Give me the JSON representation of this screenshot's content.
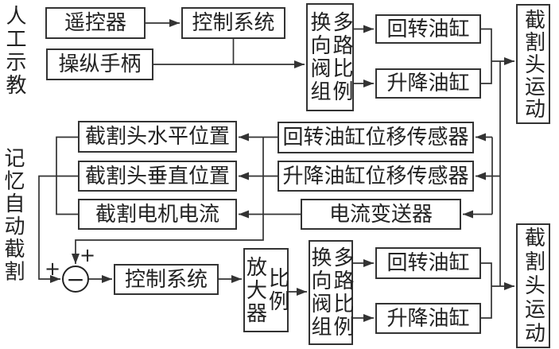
{
  "sections": {
    "teaching": {
      "side_label": "人工示教",
      "remote": "遥控器",
      "control_system": "控制系统",
      "joystick": "操纵手柄",
      "valve_col_left": "换向阀组",
      "valve_col_right": "多路比例",
      "rotary_cylinder": "回转油缸",
      "lift_cylinder": "升降油缸",
      "head_motion": "截割头运动"
    },
    "memory": {
      "horizontal_pos": "截割头水平位置",
      "vertical_pos": "截割头垂直位置",
      "motor_current": "截割电机电流",
      "rotary_sensor": "回转油缸位移传感器",
      "lift_sensor": "升降油缸位移传感器",
      "current_transmitter": "电流变送器"
    },
    "auto": {
      "side_label": "记忆自动截割",
      "sum_plus_top": "+",
      "sum_plus_left": "+",
      "sum_minus": "−",
      "control_system": "控制系统",
      "amp_col_left": "放大器",
      "amp_col_right": "比例",
      "valve_col_left": "换向阀组",
      "valve_col_right": "多路比例",
      "rotary_cylinder": "回转油缸",
      "lift_cylinder": "升降油缸",
      "head_motion": "截割头运动"
    }
  },
  "colors": {
    "line": "#333333",
    "text": "#222222",
    "background": "#ffffff"
  }
}
